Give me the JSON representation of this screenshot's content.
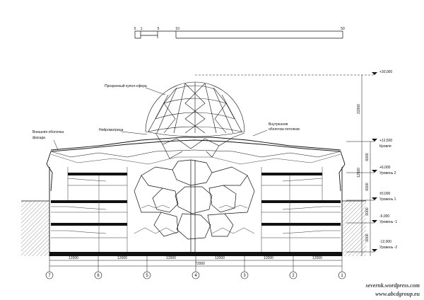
{
  "scale_bar": {
    "ticks": [
      "0",
      "1",
      "5",
      "10",
      "50"
    ]
  },
  "callouts": [
    {
      "id": "dome",
      "text": [
        "Прозрачный купол-сфера"
      ]
    },
    {
      "id": "neuro",
      "text": [
        "Нейроматрица"
      ]
    },
    {
      "id": "outer",
      "text": [
        "Внешняя оболочка",
        "фасада"
      ]
    },
    {
      "id": "inner",
      "text": [
        "Внутренняя",
        "оболочка потолков"
      ]
    }
  ],
  "levels": [
    {
      "elev": "+30,000",
      "name": ""
    },
    {
      "elev": "+12,500",
      "name": "Кровля"
    },
    {
      "elev": "+6,000",
      "name": "Уровень 2"
    },
    {
      "elev": "±0,000",
      "name": "Уровень 1"
    },
    {
      "elev": "-6,000",
      "name": "Уровень -1"
    },
    {
      "elev": "-12,000",
      "name": "Уровень -2"
    }
  ],
  "vertical_dims": [
    "22000",
    "12500",
    "6000",
    "6000",
    "6000",
    "6000"
  ],
  "bottom_dims": [
    "12000",
    "12000",
    "12000",
    "12000",
    "12000",
    "12000"
  ],
  "total_dim": "72000",
  "axes": [
    "7",
    "6",
    "5",
    "4",
    "3",
    "2",
    "1"
  ],
  "watermark": [
    "severnk.wordpress.com",
    "www.abcdgroup.eu"
  ]
}
